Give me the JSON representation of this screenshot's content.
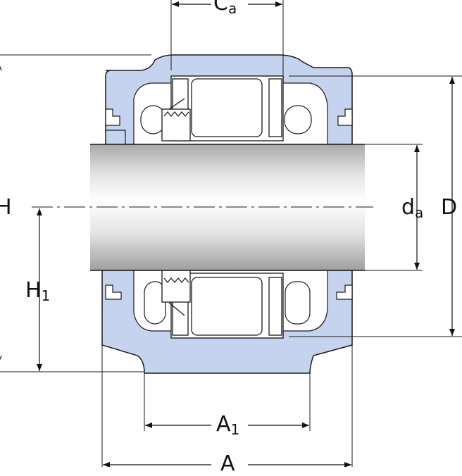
{
  "labels": {
    "ca_main": "C",
    "ca_sub": "a",
    "h": "H",
    "h1_main": "H",
    "h1_sub": "1",
    "da_main": "d",
    "da_sub": "a",
    "d": "D",
    "a1_main": "A",
    "a1_sub": "1",
    "a": "A"
  },
  "colors": {
    "housing_fill": "#c5d3ef",
    "outline": "#1a1a1a",
    "shaft_light": "#f4f4f4",
    "shaft_dark": "#b9b9b9"
  }
}
